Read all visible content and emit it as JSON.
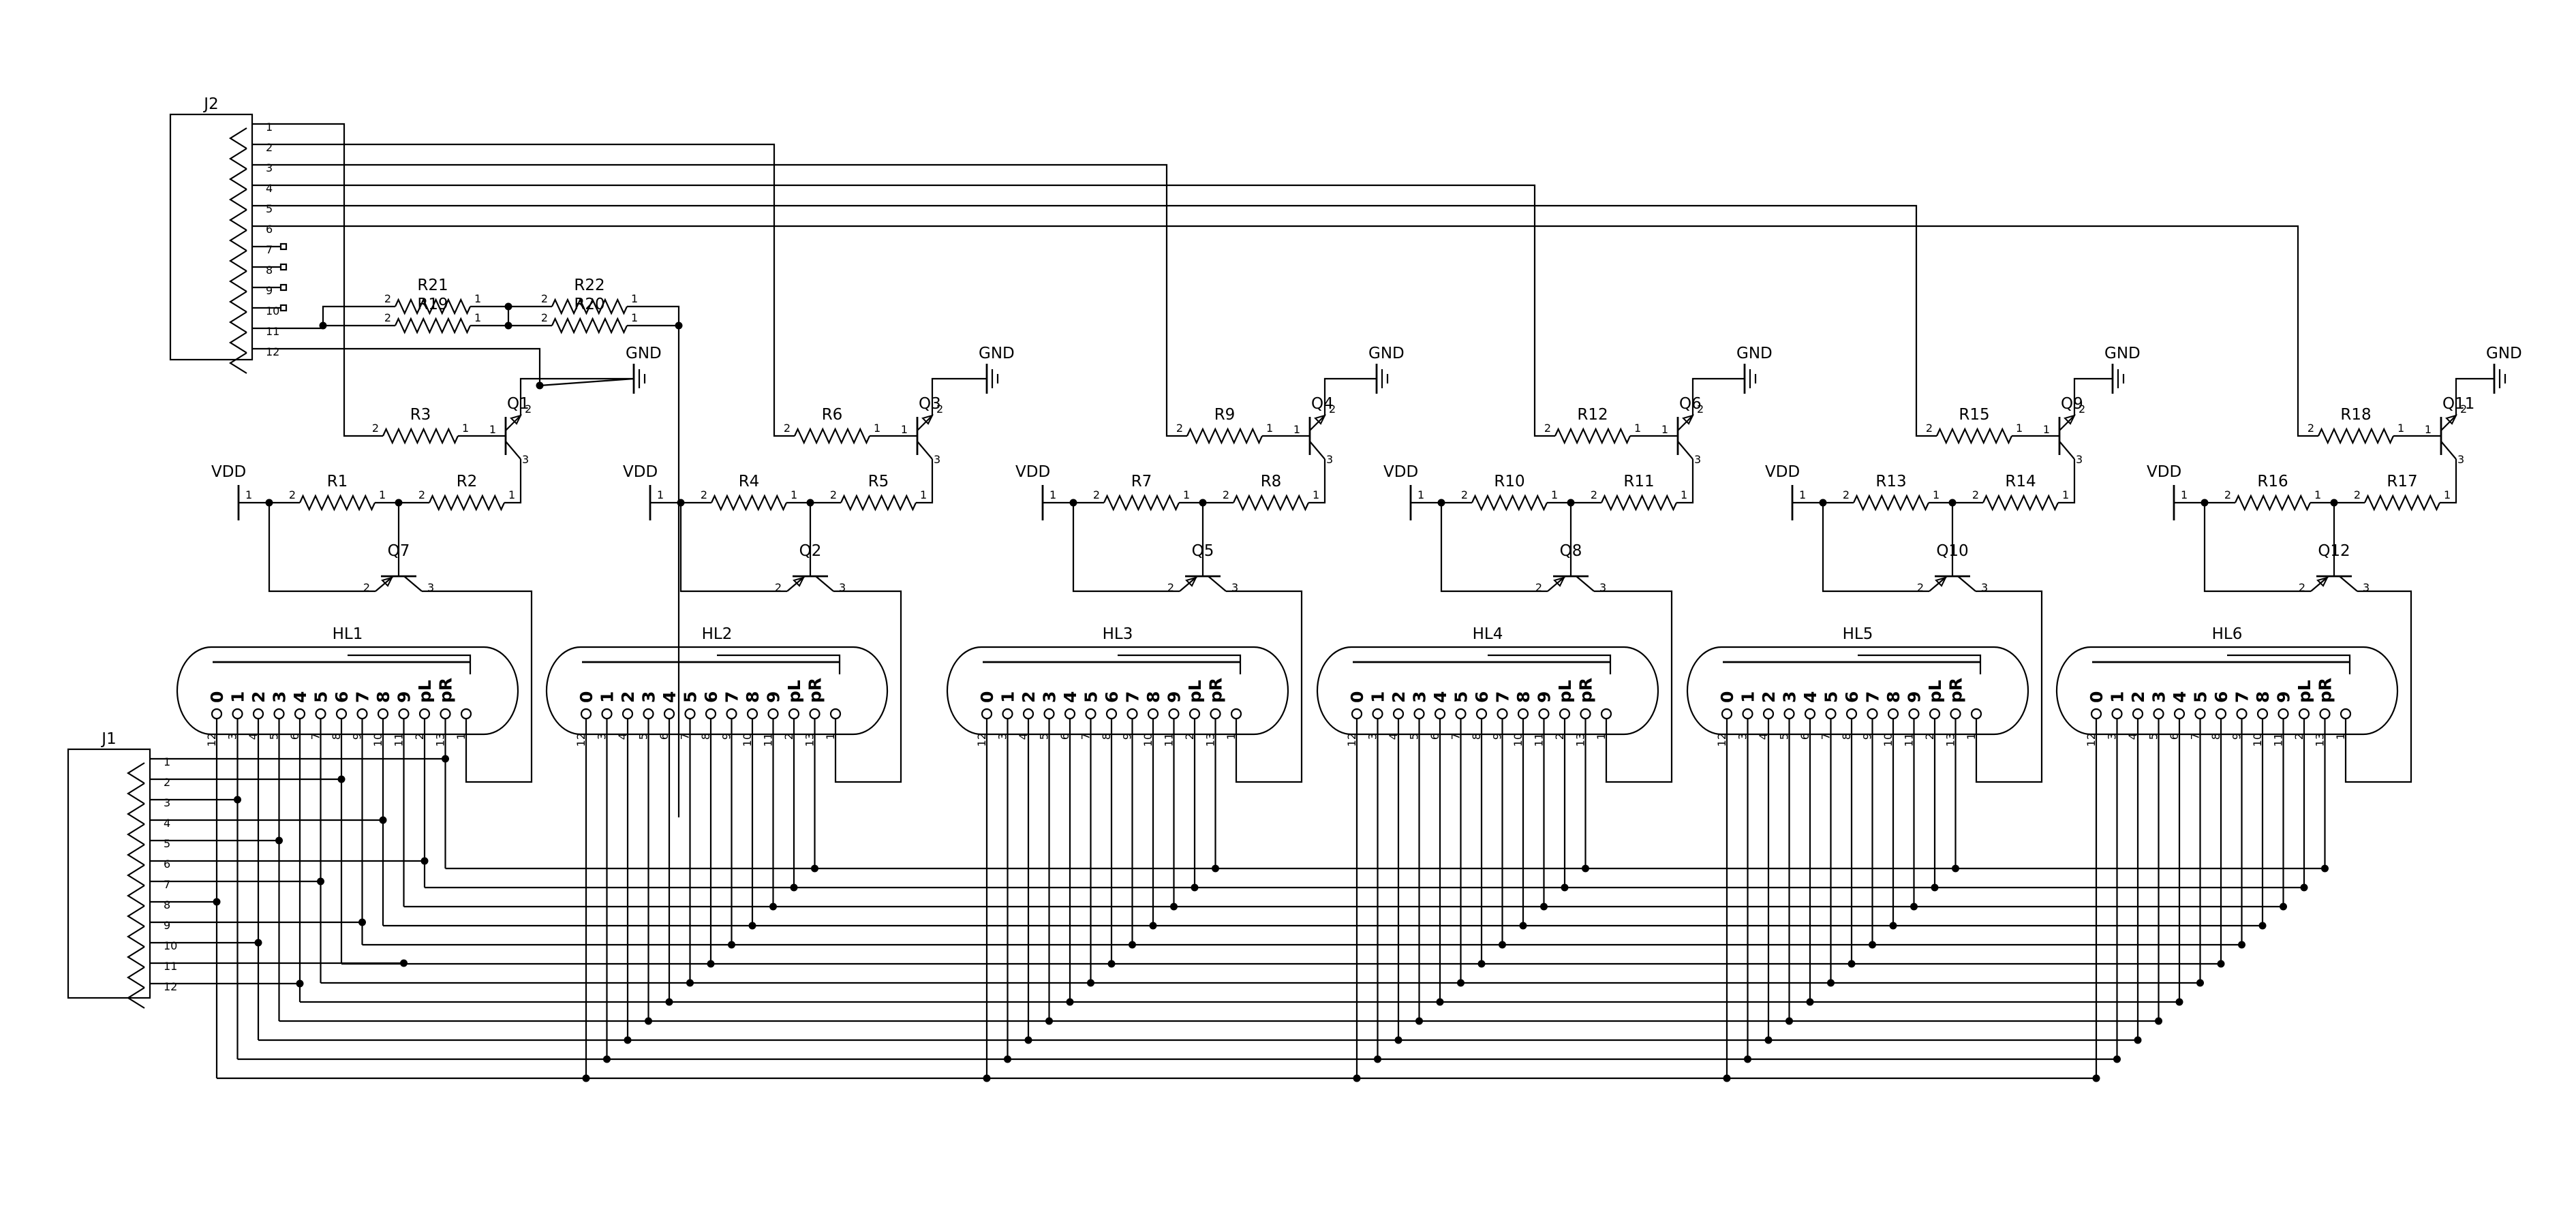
{
  "connectors": {
    "J1": {
      "label": "J1",
      "pins": [
        "1",
        "2",
        "3",
        "4",
        "5",
        "6",
        "7",
        "8",
        "9",
        "10",
        "11",
        "12"
      ]
    },
    "J2": {
      "label": "J2",
      "pins": [
        "1",
        "2",
        "3",
        "4",
        "5",
        "6",
        "7",
        "8",
        "9",
        "10",
        "11",
        "12"
      ]
    }
  },
  "power": {
    "vdd": "VDD",
    "gnd": "GND"
  },
  "pulldown_resistors": [
    {
      "label": "R21",
      "pins": [
        "1",
        "2"
      ]
    },
    {
      "label": "R19",
      "pins": [
        "1",
        "2"
      ]
    },
    {
      "label": "R22",
      "pins": [
        "1",
        "2"
      ]
    },
    {
      "label": "R20",
      "pins": [
        "1",
        "2"
      ]
    }
  ],
  "channels": [
    {
      "rb": "R1",
      "rc": "R2",
      "rin": "R3",
      "qtop": "Q1",
      "qbot": "Q7",
      "tube": "HL1"
    },
    {
      "rb": "R4",
      "rc": "R5",
      "rin": "R6",
      "qtop": "Q3",
      "qbot": "Q2",
      "tube": "HL2"
    },
    {
      "rb": "R7",
      "rc": "R8",
      "rin": "R9",
      "qtop": "Q4",
      "qbot": "Q5",
      "tube": "HL3"
    },
    {
      "rb": "R10",
      "rc": "R11",
      "rin": "R12",
      "qtop": "Q6",
      "qbot": "Q8",
      "tube": "HL4"
    },
    {
      "rb": "R13",
      "rc": "R14",
      "rin": "R15",
      "qtop": "Q9",
      "qbot": "Q10",
      "tube": "HL5"
    },
    {
      "rb": "R16",
      "rc": "R17",
      "rin": "R18",
      "qtop": "Q11",
      "qbot": "Q12",
      "tube": "HL6"
    }
  ],
  "tube_digits": [
    "0",
    "1",
    "2",
    "3",
    "4",
    "5",
    "6",
    "7",
    "8",
    "9",
    "pL",
    "pR"
  ],
  "tube_pins": [
    "12",
    "3",
    "4",
    "5",
    "6",
    "7",
    "8",
    "9",
    "10",
    "11",
    "2",
    "13",
    "1"
  ],
  "resistor_pins": [
    "2",
    "1"
  ],
  "transistor_pins": [
    "1",
    "2",
    "3"
  ]
}
